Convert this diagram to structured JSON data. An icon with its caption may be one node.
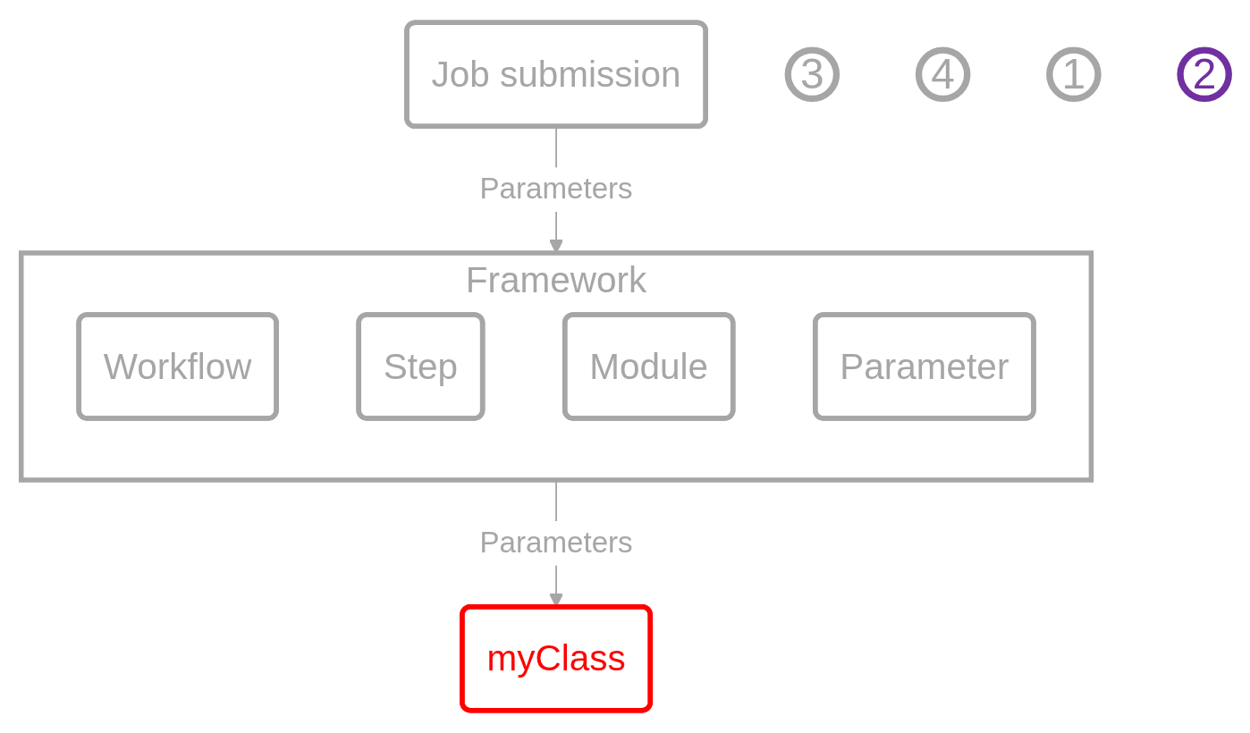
{
  "diagram": {
    "nodes": [
      {
        "text": [
          "Job submission"
        ]
      },
      {
        "text": [
          "3"
        ]
      },
      {
        "text": [
          "4"
        ]
      },
      {
        "text": [
          "Framework"
        ]
      },
      {
        "text": [
          "1"
        ]
      },
      {
        "text": [
          "Workflow"
        ],
        "in": 3
      },
      {
        "text": [
          "Step"
        ],
        "in": 3
      },
      {
        "text": [
          "Module"
        ],
        "in": 3
      },
      {
        "text": [
          "Parameter"
        ],
        "in": 3
      },
      {
        "text": [
          "myClass"
        ]
      },
      {
        "text": [
          "2"
        ]
      }
    ],
    "edges": [
      {
        "from": 0,
        "to": 3,
        "arrow": "to",
        "label": "Parameters"
      },
      {
        "from": 3,
        "to": 9,
        "arrow": "to",
        "label": "Parameters"
      }
    ]
  }
}
